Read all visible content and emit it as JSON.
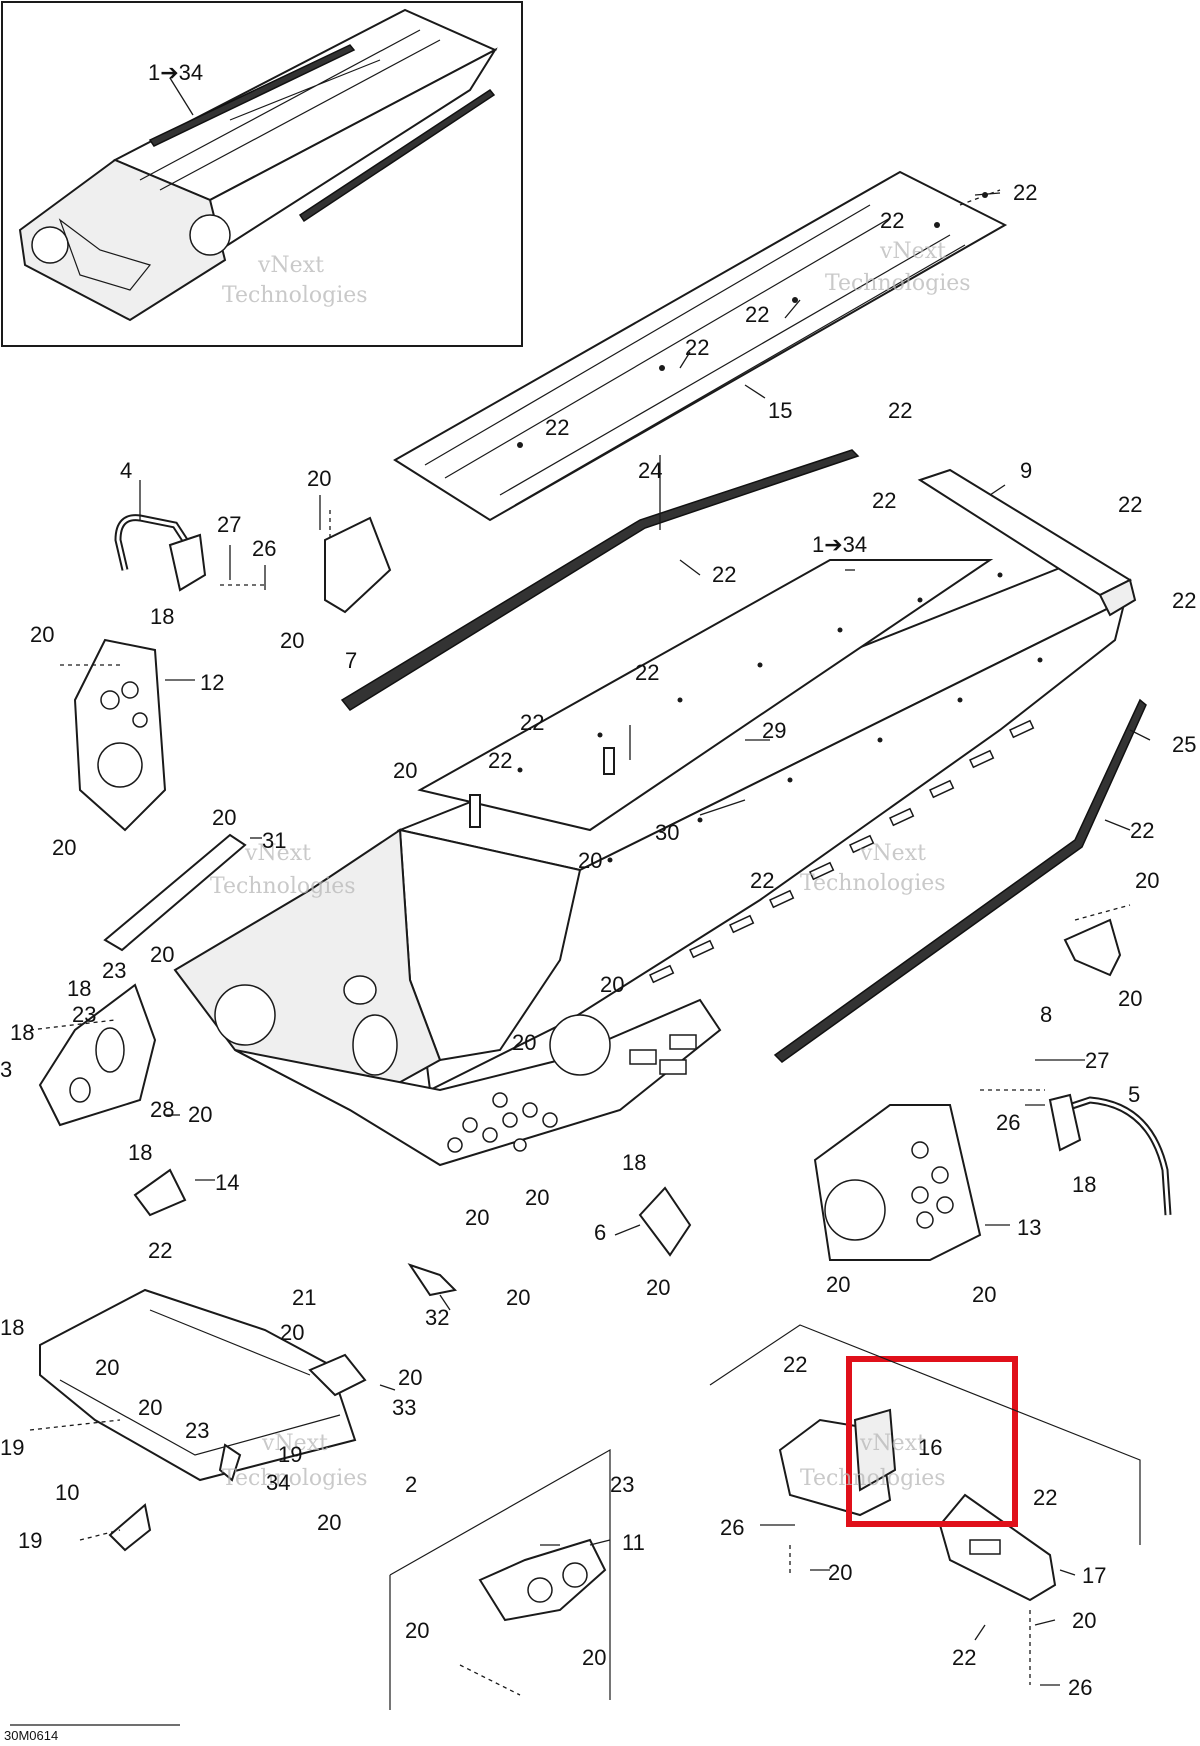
{
  "diagram_code": "30M0614",
  "watermark_text": [
    "vNext",
    "Technologies"
  ],
  "highlight_color": "#e0101a",
  "callouts": [
    {
      "id": "c-1-34-inset",
      "text": "1➔34"
    },
    {
      "id": "c-22-a",
      "text": "22"
    },
    {
      "id": "c-22-b",
      "text": "22"
    },
    {
      "id": "c-22-c",
      "text": "22"
    },
    {
      "id": "c-22-d",
      "text": "22"
    },
    {
      "id": "c-15",
      "text": "15"
    },
    {
      "id": "c-22-e",
      "text": "22"
    },
    {
      "id": "c-22-f",
      "text": "22"
    },
    {
      "id": "c-22-g",
      "text": "22"
    },
    {
      "id": "c-9",
      "text": "9"
    },
    {
      "id": "c-22-h",
      "text": "22"
    },
    {
      "id": "c-22-i",
      "text": "22"
    },
    {
      "id": "c-24",
      "text": "24"
    },
    {
      "id": "c-22-j",
      "text": "22"
    },
    {
      "id": "c-1-34-main",
      "text": "1➔34"
    },
    {
      "id": "c-4",
      "text": "4"
    },
    {
      "id": "c-27-a",
      "text": "27"
    },
    {
      "id": "c-26-a",
      "text": "26"
    },
    {
      "id": "c-18-a",
      "text": "18"
    },
    {
      "id": "c-20-a",
      "text": "20"
    },
    {
      "id": "c-20-b",
      "text": "20"
    },
    {
      "id": "c-7",
      "text": "7"
    },
    {
      "id": "c-20-c",
      "text": "20"
    },
    {
      "id": "c-12",
      "text": "12"
    },
    {
      "id": "c-22-k",
      "text": "22"
    },
    {
      "id": "c-22-l",
      "text": "22"
    },
    {
      "id": "c-29",
      "text": "29"
    },
    {
      "id": "c-25",
      "text": "25"
    },
    {
      "id": "c-20-d",
      "text": "20"
    },
    {
      "id": "c-22-m",
      "text": "22"
    },
    {
      "id": "c-30",
      "text": "30"
    },
    {
      "id": "c-20-e",
      "text": "20"
    },
    {
      "id": "c-20-f",
      "text": "20"
    },
    {
      "id": "c-31",
      "text": "31"
    },
    {
      "id": "c-22-n",
      "text": "22"
    },
    {
      "id": "c-22-o",
      "text": "22"
    },
    {
      "id": "c-20-g",
      "text": "20"
    },
    {
      "id": "c-20-h",
      "text": "20"
    },
    {
      "id": "c-23-a",
      "text": "23"
    },
    {
      "id": "c-18-b",
      "text": "18"
    },
    {
      "id": "c-23-b",
      "text": "23"
    },
    {
      "id": "c-18-c",
      "text": "18"
    },
    {
      "id": "c-3",
      "text": "3"
    },
    {
      "id": "c-20-i",
      "text": "20"
    },
    {
      "id": "c-8",
      "text": "8"
    },
    {
      "id": "c-20-j",
      "text": "20"
    },
    {
      "id": "c-20-k",
      "text": "20"
    },
    {
      "id": "c-20-l",
      "text": "20"
    },
    {
      "id": "c-27-b",
      "text": "27"
    },
    {
      "id": "c-28",
      "text": "28"
    },
    {
      "id": "c-20-m",
      "text": "20"
    },
    {
      "id": "c-26-b",
      "text": "26"
    },
    {
      "id": "c-5",
      "text": "5"
    },
    {
      "id": "c-18-d",
      "text": "18"
    },
    {
      "id": "c-18-e",
      "text": "18"
    },
    {
      "id": "c-14",
      "text": "14"
    },
    {
      "id": "c-20-n",
      "text": "20"
    },
    {
      "id": "c-18-f",
      "text": "18"
    },
    {
      "id": "c-20-o",
      "text": "20"
    },
    {
      "id": "c-6",
      "text": "6"
    },
    {
      "id": "c-13",
      "text": "13"
    },
    {
      "id": "c-22-p",
      "text": "22"
    },
    {
      "id": "c-20-p",
      "text": "20"
    },
    {
      "id": "c-20-q",
      "text": "20"
    },
    {
      "id": "c-20-r",
      "text": "20"
    },
    {
      "id": "c-32",
      "text": "32"
    },
    {
      "id": "c-20-s",
      "text": "20"
    },
    {
      "id": "c-21",
      "text": "21"
    },
    {
      "id": "c-18-g",
      "text": "18"
    },
    {
      "id": "c-20-t",
      "text": "20"
    },
    {
      "id": "c-20-u",
      "text": "20"
    },
    {
      "id": "c-20-v",
      "text": "20"
    },
    {
      "id": "c-33",
      "text": "33"
    },
    {
      "id": "c-20-w",
      "text": "20"
    },
    {
      "id": "c-23-c",
      "text": "23"
    },
    {
      "id": "c-19-a",
      "text": "19"
    },
    {
      "id": "c-19-b",
      "text": "19"
    },
    {
      "id": "c-34",
      "text": "34"
    },
    {
      "id": "c-2",
      "text": "2"
    },
    {
      "id": "c-10",
      "text": "10"
    },
    {
      "id": "c-20-x",
      "text": "20"
    },
    {
      "id": "c-19-c",
      "text": "19"
    },
    {
      "id": "c-22-q",
      "text": "22"
    },
    {
      "id": "c-16",
      "text": "16"
    },
    {
      "id": "c-23-d",
      "text": "23"
    },
    {
      "id": "c-11",
      "text": "11"
    },
    {
      "id": "c-22-r",
      "text": "22"
    },
    {
      "id": "c-26-c",
      "text": "26"
    },
    {
      "id": "c-17",
      "text": "17"
    },
    {
      "id": "c-20-y",
      "text": "20"
    },
    {
      "id": "c-20-z",
      "text": "20"
    },
    {
      "id": "c-20-aa",
      "text": "20"
    },
    {
      "id": "c-20-ab",
      "text": "20"
    },
    {
      "id": "c-22-s",
      "text": "22"
    },
    {
      "id": "c-26-d",
      "text": "26"
    }
  ]
}
